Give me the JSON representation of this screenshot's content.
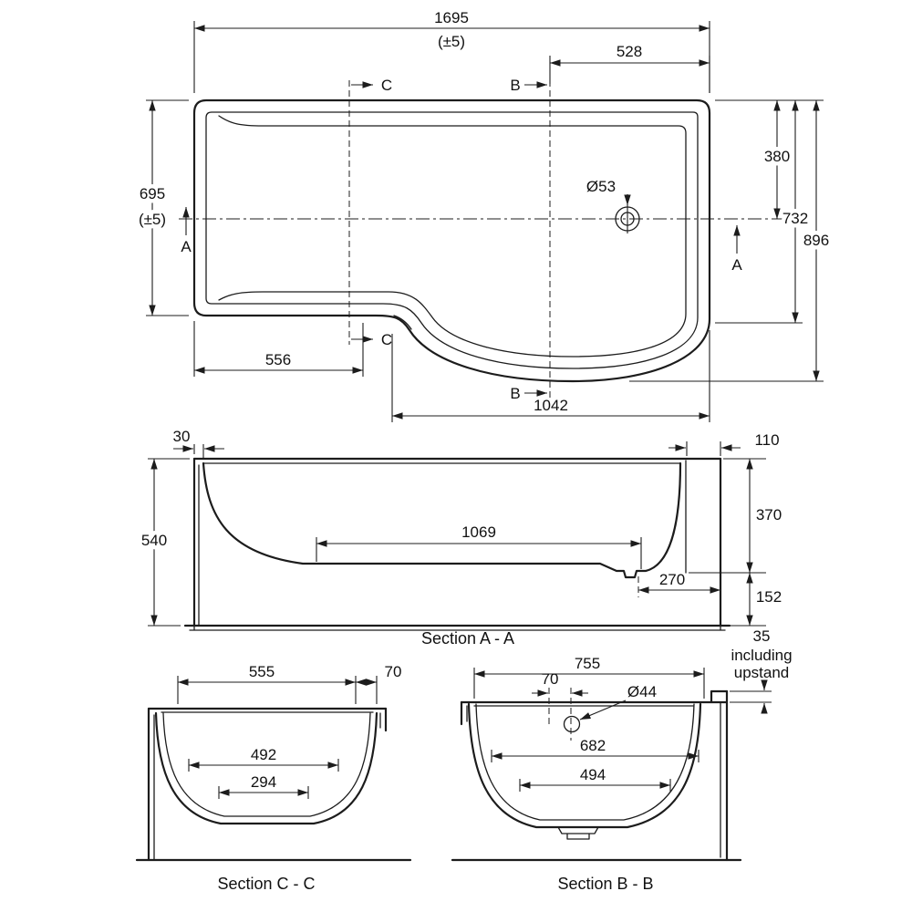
{
  "plan": {
    "dim_1695": "1695",
    "tol_1695": "(±5)",
    "dim_528": "528",
    "dim_695": "695",
    "tol_695": "(±5)",
    "dim_380": "380",
    "dim_732": "732",
    "dim_896": "896",
    "dim_waste": "Ø53",
    "dim_556": "556",
    "dim_1042": "1042",
    "marker_a": "A",
    "marker_b": "B",
    "marker_c": "C"
  },
  "section_a": {
    "label": "Section A - A",
    "dim_30": "30",
    "dim_540": "540",
    "dim_1069": "1069",
    "dim_110": "110",
    "dim_370": "370",
    "dim_270": "270",
    "dim_152": "152"
  },
  "upstand_note": {
    "dim_35": "35",
    "line1": "including",
    "line2": "upstand"
  },
  "section_c": {
    "label": "Section C - C",
    "dim_555": "555",
    "dim_70": "70",
    "dim_492": "492",
    "dim_294": "294"
  },
  "section_b": {
    "label": "Section B - B",
    "dim_755": "755",
    "dim_70": "70",
    "dim_overflow": "Ø44",
    "dim_682": "682",
    "dim_494": "494"
  },
  "colors": {
    "line": "#1c1c1c",
    "background": "#ffffff"
  }
}
